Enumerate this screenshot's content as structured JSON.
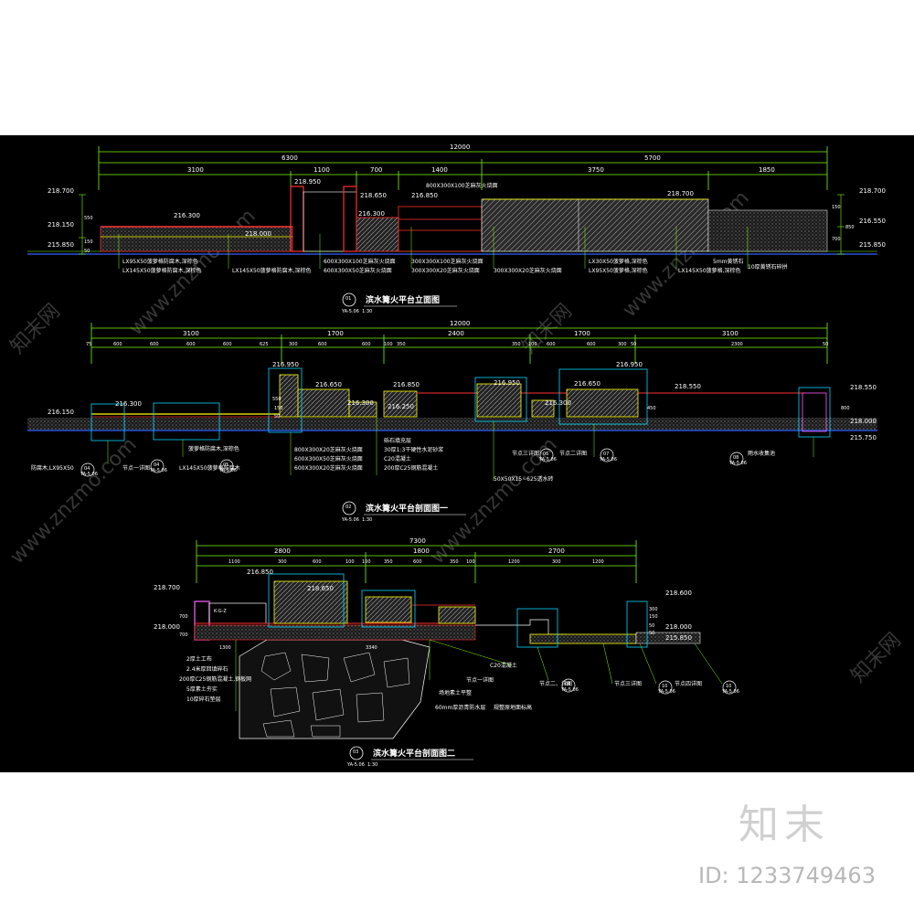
{
  "elevation_view": {
    "title": "滨水篝火平台立面图",
    "no": "01",
    "ref": "YA-5.06",
    "scale": "1:30",
    "dim_total": "12000",
    "dim_row1": [
      "6300",
      "5700"
    ],
    "dim_row2": [
      "3100",
      "1100",
      "700",
      "1400",
      "3750",
      "1850"
    ],
    "elevations": [
      "218.700",
      "218.150",
      "215.850",
      "216.300",
      "218.950",
      "218.650",
      "216.850",
      "216.300",
      "218.000",
      "218.700",
      "218.700",
      "216.550",
      "215.850"
    ],
    "side_dims_left": [
      "550",
      "150",
      "50"
    ],
    "side_dims_right": [
      "150",
      "700",
      "850"
    ],
    "labels": [
      "LX95X50菠萝格防腐木,深棕色",
      "LX145X50菠萝格防腐木,深棕色",
      "LX145X50菠萝格防腐木,深棕色",
      "600X300X100芝麻灰火烧面",
      "600X300X50芝麻灰火烧面",
      "300X300X100芝麻灰火烧面",
      "300X300X20芝麻灰火烧面",
      "800X300X100芝麻灰火烧面",
      "300X300X20芝麻灰火烧面",
      "LX30X50菠萝格,深棕色",
      "LX95X50菠萝格,深棕色",
      "LX145X50菠萝格,深棕色",
      "5mm黄锈石",
      "10厚黄锈石碎拼"
    ]
  },
  "section_one": {
    "title": "滨水篝火平台剖面图一",
    "no": "02",
    "ref": "YA-5.06",
    "scale": "1:30",
    "dim_total": "12000",
    "dim_row1": [
      "3100",
      "1700",
      "2400",
      "1700",
      "3100"
    ],
    "dim_row2": [
      "75",
      "600",
      "600",
      "600",
      "600",
      "625",
      "300",
      "600",
      "600",
      "100",
      "350",
      "350",
      "100",
      "600",
      "600",
      "300",
      "50",
      "2300",
      "50"
    ],
    "elevations": [
      "216.950",
      "216.650",
      "216.850",
      "216.950",
      "216.650",
      "216.950",
      "216.150",
      "216.300",
      "216.300",
      "216.250",
      "216.300",
      "218.550",
      "218.550",
      "218.000",
      "215.750"
    ],
    "side_dims": [
      "550",
      "150",
      "50",
      "450",
      "800"
    ],
    "labels": [
      "防腐木,LX95X50",
      "节点一详图",
      "LX145X50菠萝格防腐木",
      "菠萝格防腐木,深棕色",
      "800X300X20芝麻灰火烧面",
      "600X300X50芝麻灰火烧面",
      "600X300X20芝麻灰火烧面",
      "砾石填充层",
      "30厚1:3干硬性水泥砂浆",
      "C20混凝土",
      "200厚C25钢筋混凝土",
      "节点三详图",
      "节点二详图",
      "50X50X15~625透水砖",
      "雨水收集池"
    ],
    "callouts": [
      {
        "top": "04",
        "bottom": "YA-5.06"
      },
      {
        "top": "04",
        "bottom": "YA-5.06"
      },
      {
        "top": "05",
        "bottom": "YA-5.06"
      },
      {
        "top": "06",
        "bottom": "YA-5.06"
      },
      {
        "top": "07",
        "bottom": "YA-5.06"
      },
      {
        "top": "08",
        "bottom": "YA-5.06"
      }
    ]
  },
  "section_two": {
    "title": "滨水篝火平台剖面图二",
    "no": "03",
    "ref": "YA-5.06",
    "scale": "1:30",
    "dim_total": "7300",
    "dim_row1": [
      "2800",
      "1800",
      "2700"
    ],
    "dim_row2": [
      "1100",
      "300",
      "600",
      "100",
      "100",
      "350",
      "600",
      "350",
      "100",
      "1200",
      "300",
      "1200"
    ],
    "elevations": [
      "218.700",
      "216.850",
      "218.650",
      "218.600",
      "218.000",
      "218.000",
      "215.850"
    ],
    "side_dims": [
      "700",
      "700",
      "150",
      "50",
      "50",
      "300"
    ],
    "bottom_dims": [
      "1300",
      "3340"
    ],
    "labels": [
      "2厚土工布",
      "2.4米厚回填碎石",
      "200厚C25钢筋混凝土,钢板网",
      "5厚素土夯实",
      "10厚碎石垫层",
      "C20混凝土",
      "K-G-Z",
      "节点一详图",
      "节点二、详图",
      "节点三详图",
      "节点四详图",
      "场地素土平整",
      "60mm厚沥青防水层",
      "规整原地面标高"
    ],
    "callouts": [
      {
        "top": "06",
        "bottom": "YA-5.06"
      },
      {
        "top": "10",
        "bottom": "YA-5.06"
      },
      {
        "top": "10",
        "bottom": "YA-5.06"
      }
    ]
  },
  "watermarks": [
    "www.znzmo.com",
    "知末网"
  ],
  "brand_mark": "知末",
  "id_line": "ID: 1233749463",
  "colors": {
    "background": "#000000",
    "dims": "#7cfc00",
    "wall": "#ff3030",
    "deck": "#ffff00",
    "box": "#00d8ff",
    "stone": "#7a7a7a",
    "cap": "#ff60ff"
  }
}
